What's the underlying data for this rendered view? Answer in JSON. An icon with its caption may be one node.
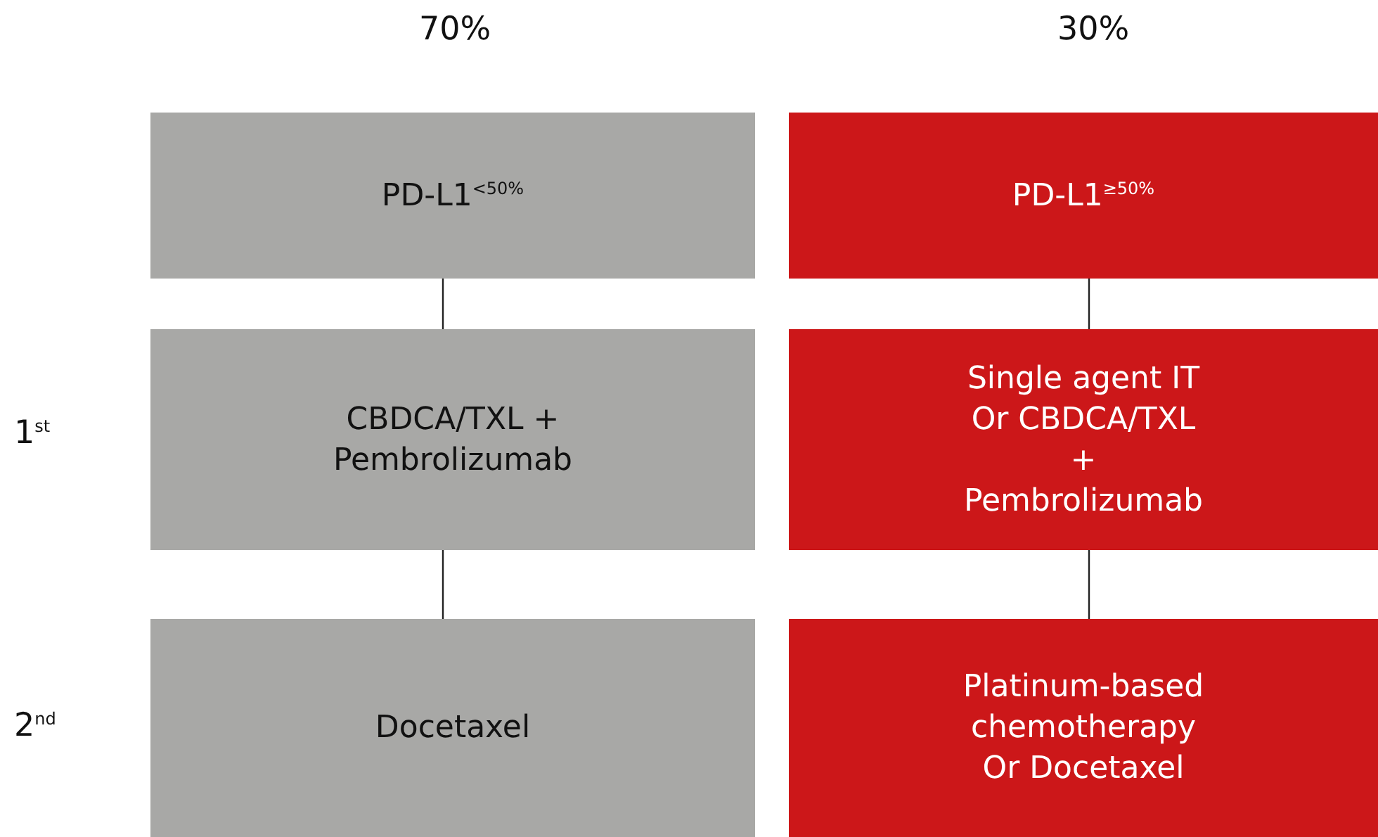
{
  "diagram": {
    "nodes": [
      {
        "text": [
          "PD-L1$^{<50%}$"
        ]
      },
      {
        "text": [
          "CBDCA/TXL + Pembrolizumab"
        ]
      },
      {
        "text": [
          "Docetaxel"
        ]
      },
      {
        "text": [
          "PD-L1$^{≥50%}$"
        ]
      },
      {
        "text": [
          "Single agent IT Or CBDCA/TXL + Pembrolizumab"
        ]
      },
      {
        "text": [
          "Platinum-based chemotherapy Or Docetaxel"
        ]
      }
    ],
    "edges": [
      {
        "from": 0,
        "to": 1,
        "arrow": "none"
      },
      {
        "from": 1,
        "to": 2,
        "arrow": "none"
      },
      {
        "from": 3,
        "to": 4,
        "arrow": "none"
      },
      {
        "from": 4,
        "to": 5,
        "arrow": "none"
      }
    ],
    "labels": [
      "70%",
      "30%",
      "1$^{st}$",
      "2$^{nd}$"
    ]
  }
}
